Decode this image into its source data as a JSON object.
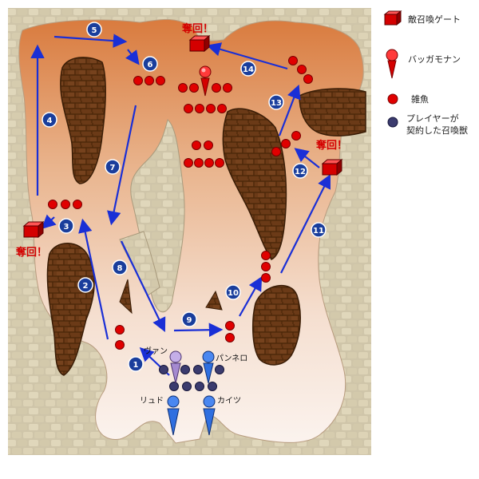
{
  "legend": {
    "gate": "敵召喚ゲート",
    "boss": "バッガモナン",
    "minion": "雑魚",
    "summon_line1": "プレイヤーが",
    "summon_line2": "契約した召喚獣"
  },
  "markers": {
    "recapture": "奪回！"
  },
  "steps": [
    "1",
    "2",
    "3",
    "4",
    "5",
    "6",
    "7",
    "8",
    "9",
    "10",
    "11",
    "12",
    "13",
    "14"
  ],
  "characters": {
    "van": "ヴァン",
    "penelo": "パンネロ",
    "ryudo": "リュド",
    "kaitsu": "カイツ"
  },
  "colors": {
    "arrow": "#1a2fd6",
    "enemy": "#e00000",
    "summon": "#3b3b6e",
    "player": "#2f6fe0",
    "boss": "#d40000",
    "leader": "#b79ad8"
  }
}
